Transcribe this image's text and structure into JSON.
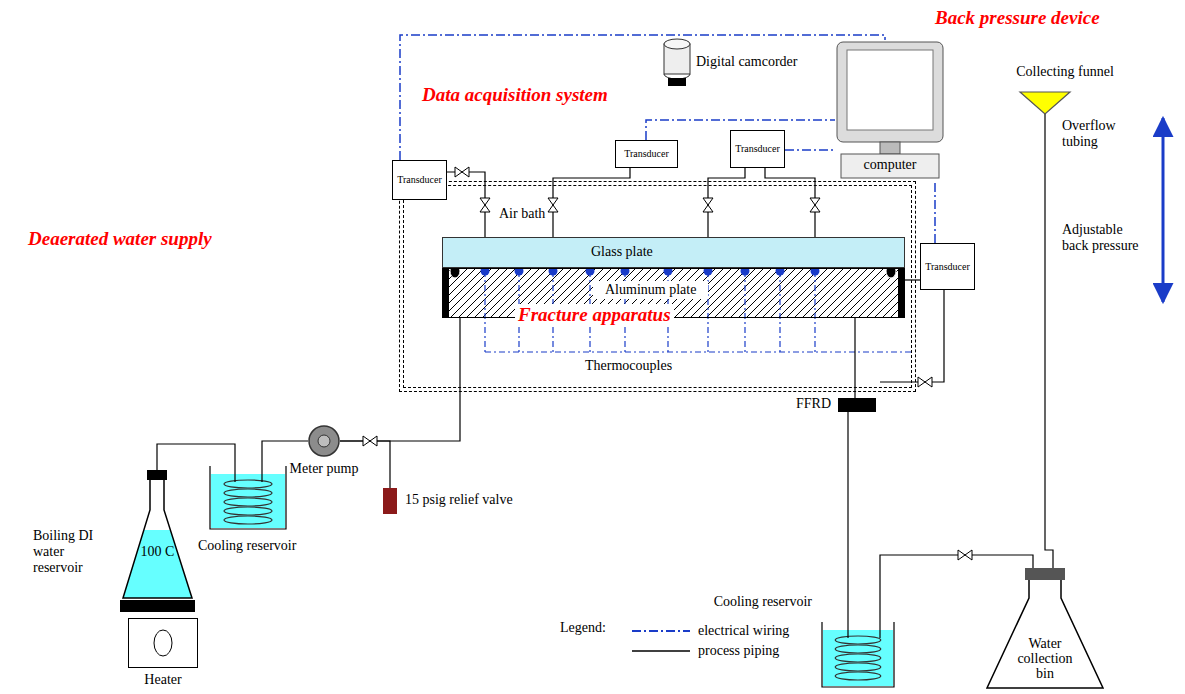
{
  "diagram": {
    "nodes": [
      {
        "text": [
          "Air bath"
        ]
      },
      {
        "text": [
          "Glass plate"
        ],
        "in": 0
      },
      {
        "text": [
          "Aluminum plate"
        ],
        "in": 0
      },
      {
        "text": [
          "Transducer"
        ]
      },
      {
        "text": [
          "Transducer"
        ]
      },
      {
        "text": [
          "Transducer"
        ]
      },
      {
        "text": [
          "Transducer"
        ]
      },
      {
        "text": [
          "Digital camcorder"
        ]
      },
      {
        "text": [
          "computer"
        ]
      },
      {
        "text": [
          "Collecting funnel"
        ]
      },
      {
        "text": [
          "Boiling DI water reservoir",
          "100 C"
        ]
      },
      {
        "text": [
          "Heater"
        ]
      },
      {
        "text": [
          "Cooling reservoir"
        ]
      },
      {
        "text": [
          "Meter pump"
        ]
      },
      {
        "text": [
          "15 psig relief valve"
        ]
      },
      {
        "text": [
          "FFRD"
        ]
      },
      {
        "text": [
          "Cooling reservoir"
        ]
      },
      {
        "text": [
          "Water collection bin"
        ]
      }
    ],
    "edges": [
      {
        "from": 3,
        "to": 8,
        "arrow": "none"
      },
      {
        "from": 4,
        "to": 8,
        "arrow": "none"
      },
      {
        "from": 5,
        "to": 8,
        "arrow": "none"
      },
      {
        "from": 6,
        "to": 8,
        "arrow": "none"
      },
      {
        "from": 3,
        "to": 1,
        "arrow": "none"
      },
      {
        "from": 4,
        "to": 1,
        "arrow": "none"
      },
      {
        "from": 5,
        "to": 1,
        "arrow": "none"
      },
      {
        "from": 5,
        "to": 1,
        "arrow": "none"
      },
      {
        "from": 6,
        "to": 2,
        "arrow": "none"
      },
      {
        "from": 10,
        "to": 12,
        "arrow": "none"
      },
      {
        "from": 12,
        "to": 13,
        "arrow": "none"
      },
      {
        "from": 13,
        "to": 2,
        "arrow": "none"
      },
      {
        "from": 13,
        "to": 14,
        "arrow": "none"
      },
      {
        "from": 2,
        "to": 15,
        "arrow": "none"
      },
      {
        "from": 15,
        "to": 16,
        "arrow": "none"
      },
      {
        "from": 16,
        "to": 17,
        "arrow": "none"
      },
      {
        "from": 9,
        "to": 17,
        "arrow": "none"
      }
    ],
    "labels": [
      "Back pressure device",
      "Data acquisition system",
      "Overflow tubing",
      "Adjustable back pressure",
      "Deaerated water supply",
      "Fracture apparatus",
      "Thermocouples",
      "Legend:"
    ],
    "legend": [
      {
        "text": "electrical wiring"
      },
      {
        "text": "process piping"
      }
    ]
  }
}
